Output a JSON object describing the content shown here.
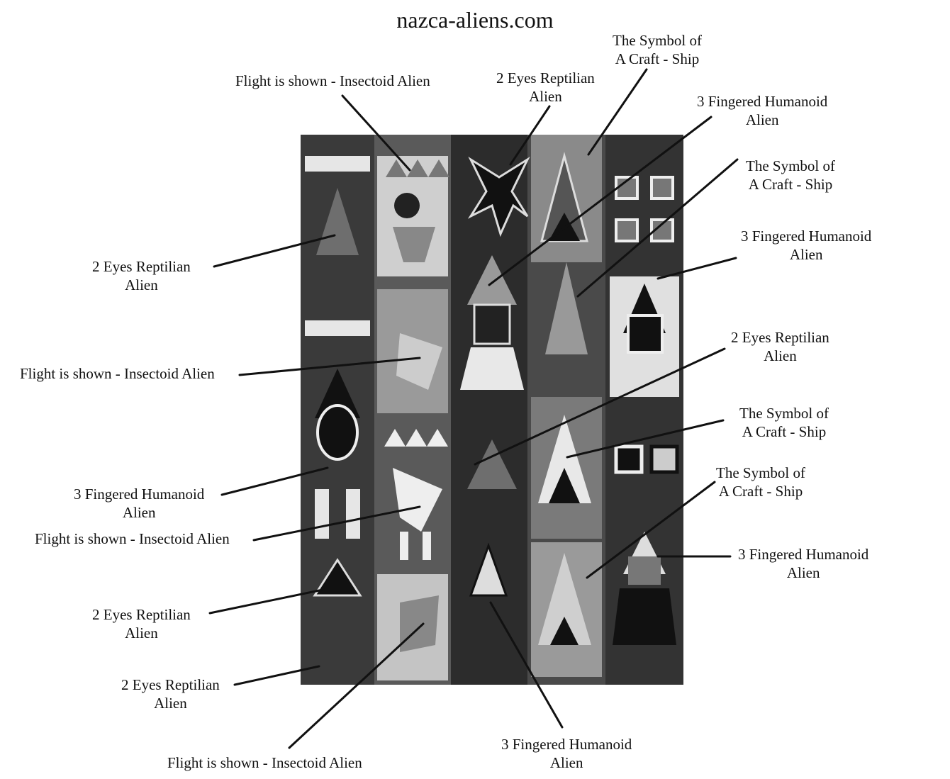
{
  "site": "nazca-aliens.com",
  "colors": {
    "ink": "#111111",
    "textile_dark": "#2a2a2a",
    "textile_mid": "#6e6e6e",
    "textile_light": "#e6e6e6"
  },
  "labels": [
    {
      "id": "l1",
      "lines": [
        "Flight is shown - Insectoid Alien"
      ]
    },
    {
      "id": "l2",
      "lines": [
        "2 Eyes Reptilian",
        "Alien"
      ]
    },
    {
      "id": "l3",
      "lines": [
        "The Symbol of",
        "A Craft - Ship"
      ]
    },
    {
      "id": "l4",
      "lines": [
        "3 Fingered Humanoid",
        "Alien"
      ]
    },
    {
      "id": "l5",
      "lines": [
        "The Symbol of",
        "A Craft - Ship"
      ]
    },
    {
      "id": "l6",
      "lines": [
        "3 Fingered Humanoid",
        "Alien"
      ]
    },
    {
      "id": "l7",
      "lines": [
        "2 Eyes Reptilian",
        "Alien"
      ]
    },
    {
      "id": "l8",
      "lines": [
        "The Symbol of",
        "A Craft - Ship"
      ]
    },
    {
      "id": "l9",
      "lines": [
        "The Symbol of",
        "A Craft - Ship"
      ]
    },
    {
      "id": "l10",
      "lines": [
        "3 Fingered Humanoid",
        "Alien"
      ]
    },
    {
      "id": "l11",
      "lines": [
        "2 Eyes Reptilian",
        "Alien"
      ]
    },
    {
      "id": "l12",
      "lines": [
        "Flight is shown - Insectoid Alien"
      ]
    },
    {
      "id": "l13",
      "lines": [
        "3 Fingered Humanoid",
        "Alien"
      ]
    },
    {
      "id": "l14",
      "lines": [
        "Flight is shown - Insectoid Alien"
      ]
    },
    {
      "id": "l15",
      "lines": [
        "2 Eyes Reptilian",
        "Alien"
      ]
    },
    {
      "id": "l16",
      "lines": [
        "2 Eyes Reptilian",
        "Alien"
      ]
    },
    {
      "id": "l17",
      "lines": [
        "Flight is shown - Insectoid Alien"
      ]
    },
    {
      "id": "l18",
      "lines": [
        "3 Fingered Humanoid",
        "Alien"
      ]
    }
  ]
}
